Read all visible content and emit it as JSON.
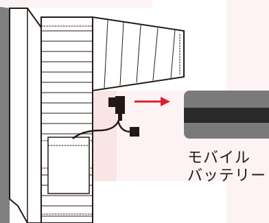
{
  "labels": {
    "battery_line1": "モバイル",
    "battery_line2": "バッテリー"
  },
  "colors": {
    "tint": "#f9e4e6",
    "tint_light": "#fdf3f4",
    "arrow": "#d8202f",
    "line": "#231815",
    "pillar": "#808080",
    "battery": "#7a7a7a",
    "battery_band": "#2a2a2a"
  },
  "icons": [
    "jacket-illustration",
    "usb-plug-icon",
    "usb-cable-icon",
    "arrow-right-icon",
    "mobile-battery-icon"
  ]
}
